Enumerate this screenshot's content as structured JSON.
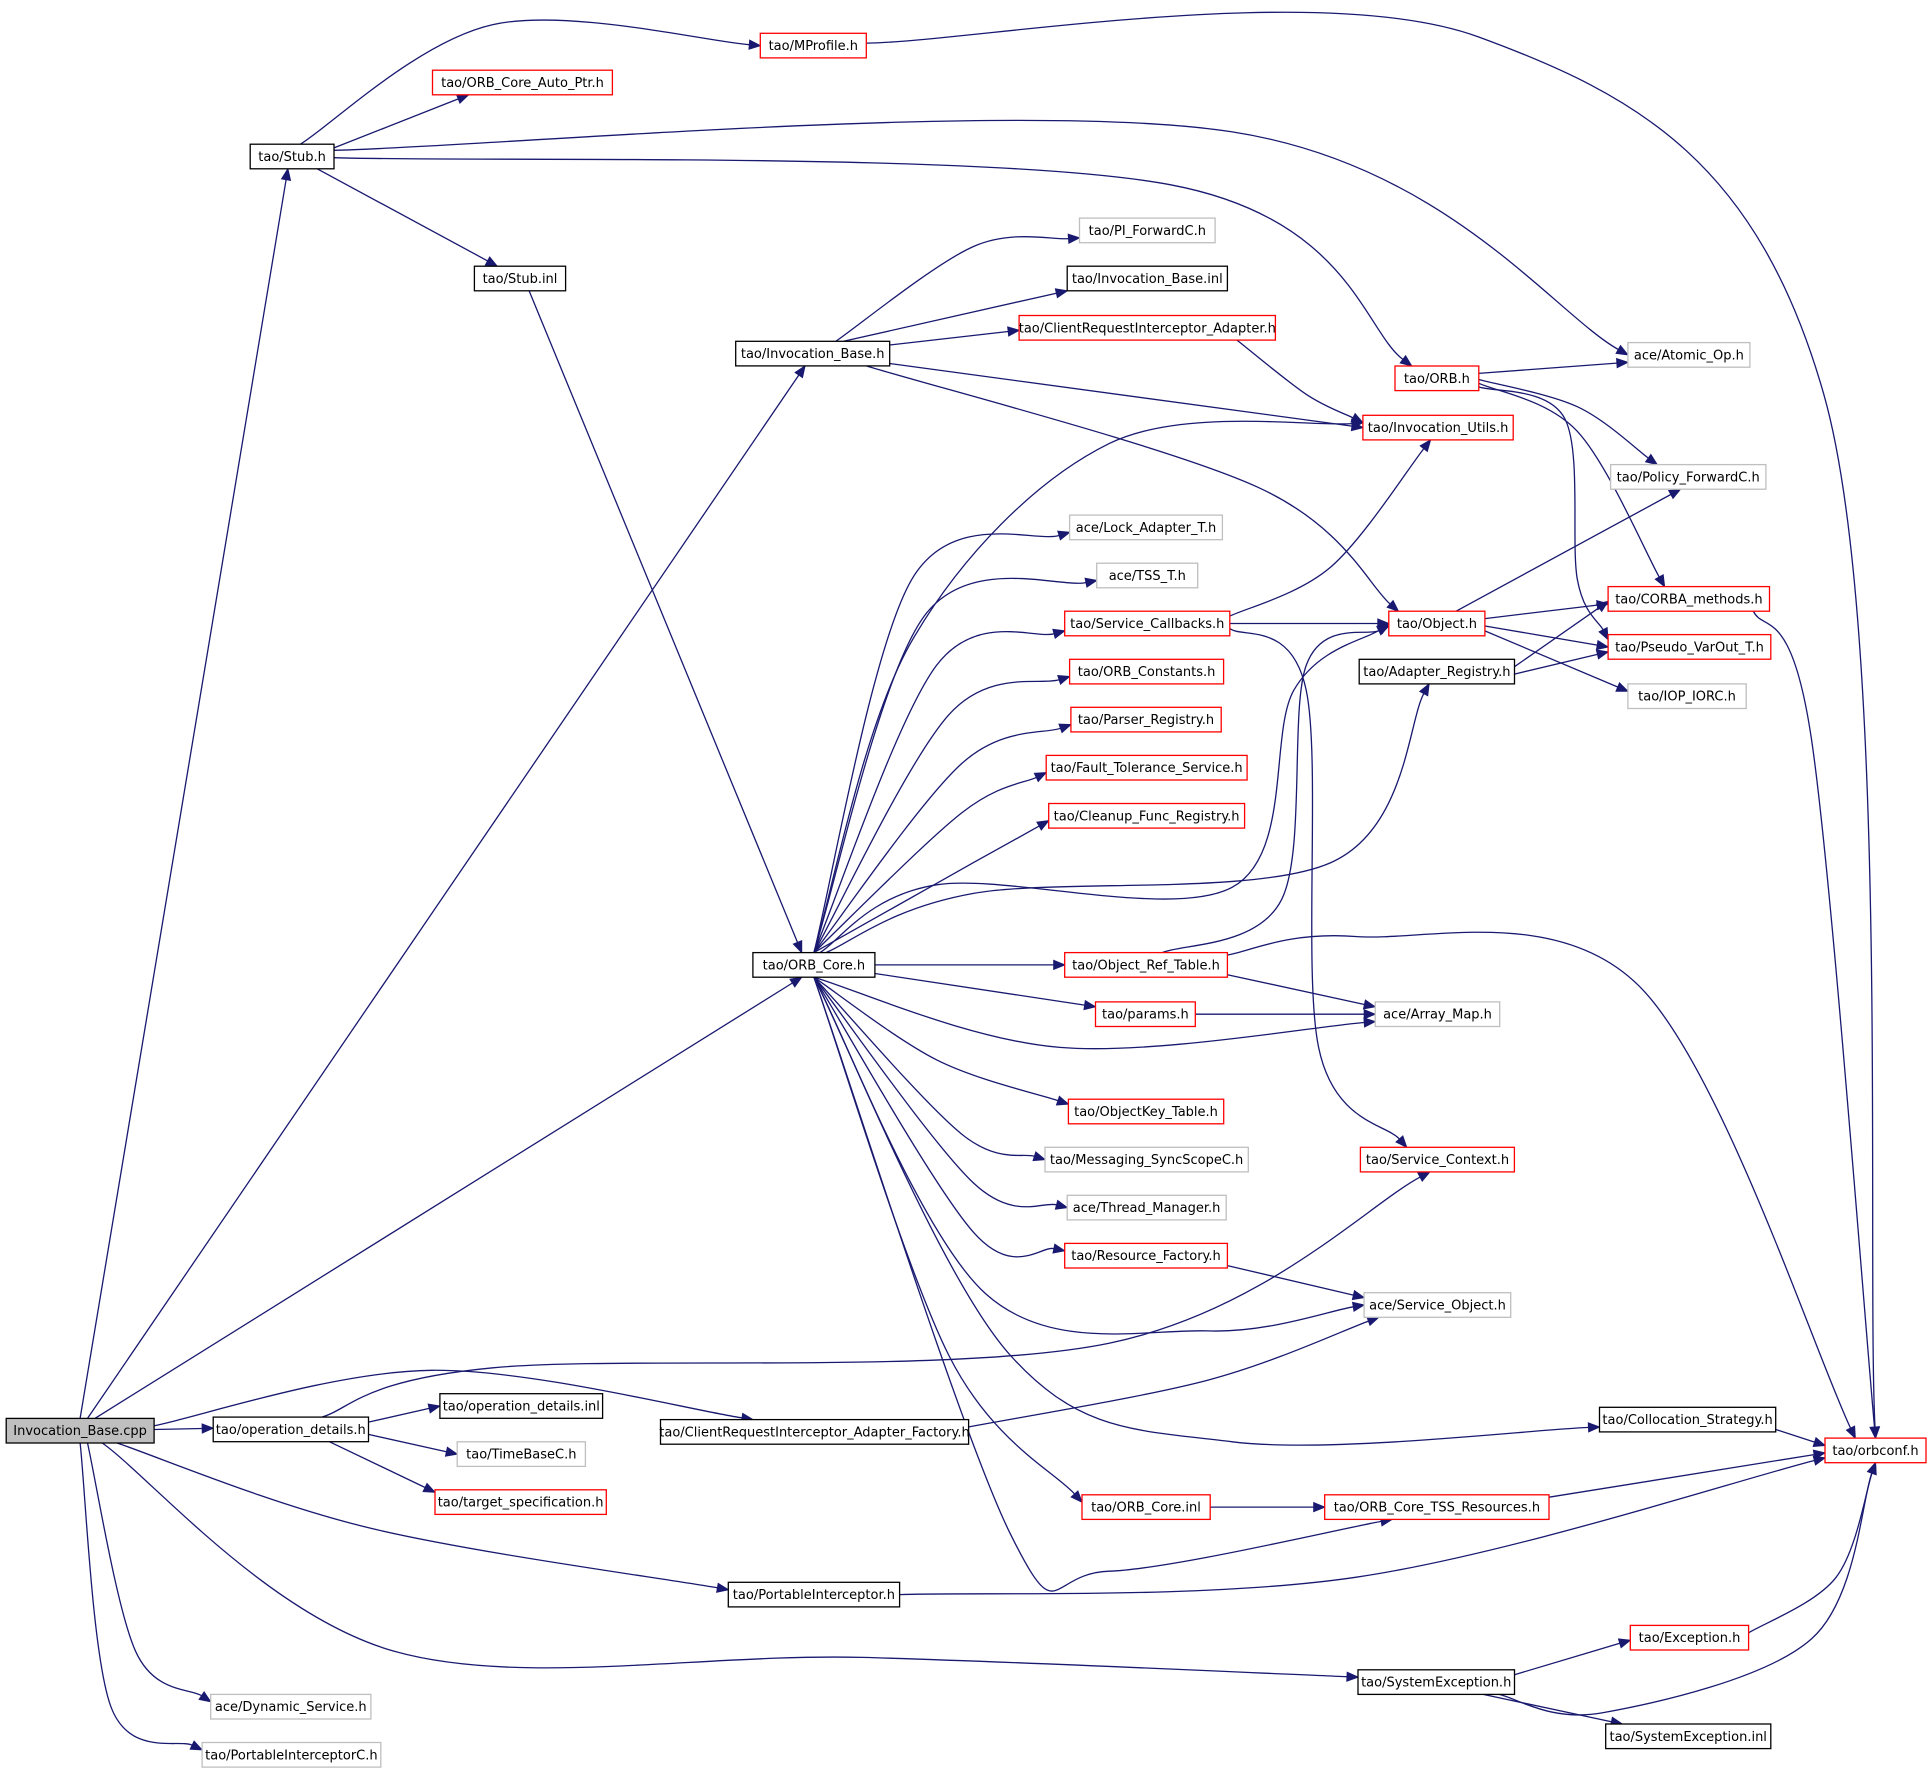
{
  "diagram": {
    "colors": {
      "edge": "#191970",
      "source_fill": "#bfbfbf",
      "normal_border": "#000000",
      "truncated_border": "#ff0000",
      "external_border": "#bfbfbf"
    },
    "nodes": [
      {
        "id": "n_invocation_cpp",
        "label": "Invocation_Base.cpp",
        "kind": "source"
      },
      {
        "id": "n_mprofile",
        "label": "tao/MProfile.h",
        "kind": "truncated"
      },
      {
        "id": "n_orbcore_autoptr",
        "label": "tao/ORB_Core_Auto_Ptr.h",
        "kind": "truncated"
      },
      {
        "id": "n_stub_h",
        "label": "tao/Stub.h",
        "kind": "normal"
      },
      {
        "id": "n_stub_inl",
        "label": "tao/Stub.inl",
        "kind": "normal"
      },
      {
        "id": "n_pi_forwardc",
        "label": "tao/PI_ForwardC.h",
        "kind": "external"
      },
      {
        "id": "n_invocation_base_inl",
        "label": "tao/Invocation_Base.inl",
        "kind": "normal"
      },
      {
        "id": "n_cri_adapter",
        "label": "tao/ClientRequestInterceptor_Adapter.h",
        "kind": "truncated"
      },
      {
        "id": "n_invocation_base_h",
        "label": "tao/Invocation_Base.h",
        "kind": "normal"
      },
      {
        "id": "n_orb_h",
        "label": "tao/ORB.h",
        "kind": "truncated"
      },
      {
        "id": "n_atomic_op",
        "label": "ace/Atomic_Op.h",
        "kind": "external"
      },
      {
        "id": "n_invocation_utils",
        "label": "tao/Invocation_Utils.h",
        "kind": "truncated"
      },
      {
        "id": "n_policy_forwardc",
        "label": "tao/Policy_ForwardC.h",
        "kind": "external"
      },
      {
        "id": "n_lock_adapter",
        "label": "ace/Lock_Adapter_T.h",
        "kind": "external"
      },
      {
        "id": "n_tss_t",
        "label": "ace/TSS_T.h",
        "kind": "external"
      },
      {
        "id": "n_service_callbacks",
        "label": "tao/Service_Callbacks.h",
        "kind": "truncated"
      },
      {
        "id": "n_object_h",
        "label": "tao/Object.h",
        "kind": "truncated"
      },
      {
        "id": "n_corba_methods",
        "label": "tao/CORBA_methods.h",
        "kind": "truncated"
      },
      {
        "id": "n_pseudo_varout",
        "label": "tao/Pseudo_VarOut_T.h",
        "kind": "truncated"
      },
      {
        "id": "n_adapter_registry",
        "label": "tao/Adapter_Registry.h",
        "kind": "normal"
      },
      {
        "id": "n_iop_iorc",
        "label": "tao/IOP_IORC.h",
        "kind": "external"
      },
      {
        "id": "n_orb_constants",
        "label": "tao/ORB_Constants.h",
        "kind": "truncated"
      },
      {
        "id": "n_parser_registry",
        "label": "tao/Parser_Registry.h",
        "kind": "truncated"
      },
      {
        "id": "n_fault_tolerance",
        "label": "tao/Fault_Tolerance_Service.h",
        "kind": "truncated"
      },
      {
        "id": "n_cleanup_func",
        "label": "tao/Cleanup_Func_Registry.h",
        "kind": "truncated"
      },
      {
        "id": "n_orb_core_h",
        "label": "tao/ORB_Core.h",
        "kind": "normal"
      },
      {
        "id": "n_object_ref_table",
        "label": "tao/Object_Ref_Table.h",
        "kind": "truncated"
      },
      {
        "id": "n_params",
        "label": "tao/params.h",
        "kind": "truncated"
      },
      {
        "id": "n_array_map",
        "label": "ace/Array_Map.h",
        "kind": "external"
      },
      {
        "id": "n_objectkey_table",
        "label": "tao/ObjectKey_Table.h",
        "kind": "truncated"
      },
      {
        "id": "n_messaging_sync",
        "label": "tao/Messaging_SyncScopeC.h",
        "kind": "external"
      },
      {
        "id": "n_service_context",
        "label": "tao/Service_Context.h",
        "kind": "truncated"
      },
      {
        "id": "n_thread_manager",
        "label": "ace/Thread_Manager.h",
        "kind": "external"
      },
      {
        "id": "n_resource_factory",
        "label": "tao/Resource_Factory.h",
        "kind": "truncated"
      },
      {
        "id": "n_service_object",
        "label": "ace/Service_Object.h",
        "kind": "external"
      },
      {
        "id": "n_operation_details_h",
        "label": "tao/operation_details.h",
        "kind": "normal"
      },
      {
        "id": "n_operation_details_inl",
        "label": "tao/operation_details.inl",
        "kind": "normal"
      },
      {
        "id": "n_cri_adapter_factory",
        "label": "tao/ClientRequestInterceptor_Adapter_Factory.h",
        "kind": "normal"
      },
      {
        "id": "n_collocation_strategy",
        "label": "tao/Collocation_Strategy.h",
        "kind": "normal"
      },
      {
        "id": "n_orbconf",
        "label": "tao/orbconf.h",
        "kind": "truncated"
      },
      {
        "id": "n_timebasec",
        "label": "tao/TimeBaseC.h",
        "kind": "external"
      },
      {
        "id": "n_target_spec",
        "label": "tao/target_specification.h",
        "kind": "truncated"
      },
      {
        "id": "n_orb_core_inl",
        "label": "tao/ORB_Core.inl",
        "kind": "truncated"
      },
      {
        "id": "n_orb_core_tss",
        "label": "tao/ORB_Core_TSS_Resources.h",
        "kind": "truncated"
      },
      {
        "id": "n_portable_interceptor",
        "label": "tao/PortableInterceptor.h",
        "kind": "normal"
      },
      {
        "id": "n_exception",
        "label": "tao/Exception.h",
        "kind": "truncated"
      },
      {
        "id": "n_system_exception",
        "label": "tao/SystemException.h",
        "kind": "normal"
      },
      {
        "id": "n_dynamic_service",
        "label": "ace/Dynamic_Service.h",
        "kind": "external"
      },
      {
        "id": "n_system_exception_inl",
        "label": "tao/SystemException.inl",
        "kind": "normal"
      },
      {
        "id": "n_portable_interceptorc",
        "label": "tao/PortableInterceptorC.h",
        "kind": "external"
      }
    ],
    "edges": [
      {
        "from": "n_invocation_cpp",
        "to": "n_stub_h"
      },
      {
        "from": "n_invocation_cpp",
        "to": "n_invocation_base_h"
      },
      {
        "from": "n_invocation_cpp",
        "to": "n_orb_core_h"
      },
      {
        "from": "n_invocation_cpp",
        "to": "n_operation_details_h"
      },
      {
        "from": "n_invocation_cpp",
        "to": "n_cri_adapter_factory"
      },
      {
        "from": "n_invocation_cpp",
        "to": "n_portable_interceptor"
      },
      {
        "from": "n_invocation_cpp",
        "to": "n_system_exception"
      },
      {
        "from": "n_invocation_cpp",
        "to": "n_dynamic_service"
      },
      {
        "from": "n_invocation_cpp",
        "to": "n_portable_interceptorc"
      },
      {
        "from": "n_stub_h",
        "to": "n_mprofile"
      },
      {
        "from": "n_stub_h",
        "to": "n_orbcore_autoptr"
      },
      {
        "from": "n_stub_h",
        "to": "n_stub_inl"
      },
      {
        "from": "n_stub_h",
        "to": "n_atomic_op"
      },
      {
        "from": "n_stub_h",
        "to": "n_orb_h"
      },
      {
        "from": "n_mprofile",
        "to": "n_orbconf"
      },
      {
        "from": "n_stub_inl",
        "to": "n_orb_core_h"
      },
      {
        "from": "n_invocation_base_h",
        "to": "n_pi_forwardc"
      },
      {
        "from": "n_invocation_base_h",
        "to": "n_invocation_base_inl"
      },
      {
        "from": "n_invocation_base_h",
        "to": "n_cri_adapter"
      },
      {
        "from": "n_invocation_base_h",
        "to": "n_invocation_utils"
      },
      {
        "from": "n_invocation_base_h",
        "to": "n_object_h"
      },
      {
        "from": "n_cri_adapter",
        "to": "n_invocation_utils"
      },
      {
        "from": "n_orb_h",
        "to": "n_atomic_op"
      },
      {
        "from": "n_orb_h",
        "to": "n_policy_forwardc"
      },
      {
        "from": "n_orb_h",
        "to": "n_corba_methods"
      },
      {
        "from": "n_orb_h",
        "to": "n_pseudo_varout"
      },
      {
        "from": "n_orb_core_h",
        "to": "n_invocation_utils"
      },
      {
        "from": "n_orb_core_h",
        "to": "n_lock_adapter"
      },
      {
        "from": "n_orb_core_h",
        "to": "n_tss_t"
      },
      {
        "from": "n_orb_core_h",
        "to": "n_service_callbacks"
      },
      {
        "from": "n_orb_core_h",
        "to": "n_orb_constants"
      },
      {
        "from": "n_orb_core_h",
        "to": "n_parser_registry"
      },
      {
        "from": "n_orb_core_h",
        "to": "n_fault_tolerance"
      },
      {
        "from": "n_orb_core_h",
        "to": "n_cleanup_func"
      },
      {
        "from": "n_orb_core_h",
        "to": "n_object_h"
      },
      {
        "from": "n_orb_core_h",
        "to": "n_adapter_registry"
      },
      {
        "from": "n_orb_core_h",
        "to": "n_object_ref_table"
      },
      {
        "from": "n_orb_core_h",
        "to": "n_params"
      },
      {
        "from": "n_orb_core_h",
        "to": "n_array_map"
      },
      {
        "from": "n_orb_core_h",
        "to": "n_objectkey_table"
      },
      {
        "from": "n_orb_core_h",
        "to": "n_messaging_sync"
      },
      {
        "from": "n_orb_core_h",
        "to": "n_thread_manager"
      },
      {
        "from": "n_orb_core_h",
        "to": "n_resource_factory"
      },
      {
        "from": "n_orb_core_h",
        "to": "n_service_object"
      },
      {
        "from": "n_orb_core_h",
        "to": "n_collocation_strategy"
      },
      {
        "from": "n_orb_core_h",
        "to": "n_orb_core_inl"
      },
      {
        "from": "n_orb_core_h",
        "to": "n_orb_core_tss"
      },
      {
        "from": "n_service_callbacks",
        "to": "n_invocation_utils"
      },
      {
        "from": "n_service_callbacks",
        "to": "n_object_h"
      },
      {
        "from": "n_service_callbacks",
        "to": "n_service_context"
      },
      {
        "from": "n_object_h",
        "to": "n_policy_forwardc"
      },
      {
        "from": "n_object_h",
        "to": "n_corba_methods"
      },
      {
        "from": "n_object_h",
        "to": "n_pseudo_varout"
      },
      {
        "from": "n_object_h",
        "to": "n_iop_iorc"
      },
      {
        "from": "n_adapter_registry",
        "to": "n_corba_methods"
      },
      {
        "from": "n_adapter_registry",
        "to": "n_pseudo_varout"
      },
      {
        "from": "n_object_ref_table",
        "to": "n_object_h"
      },
      {
        "from": "n_object_ref_table",
        "to": "n_array_map"
      },
      {
        "from": "n_object_ref_table",
        "to": "n_orbconf"
      },
      {
        "from": "n_params",
        "to": "n_array_map"
      },
      {
        "from": "n_resource_factory",
        "to": "n_service_object"
      },
      {
        "from": "n_corba_methods",
        "to": "n_orbconf"
      },
      {
        "from": "n_operation_details_h",
        "to": "n_operation_details_inl"
      },
      {
        "from": "n_operation_details_h",
        "to": "n_timebasec"
      },
      {
        "from": "n_operation_details_h",
        "to": "n_target_spec"
      },
      {
        "from": "n_operation_details_h",
        "to": "n_service_context"
      },
      {
        "from": "n_cri_adapter_factory",
        "to": "n_service_object"
      },
      {
        "from": "n_collocation_strategy",
        "to": "n_orbconf"
      },
      {
        "from": "n_orb_core_inl",
        "to": "n_orb_core_tss"
      },
      {
        "from": "n_orb_core_tss",
        "to": "n_orbconf"
      },
      {
        "from": "n_portable_interceptor",
        "to": "n_orbconf"
      },
      {
        "from": "n_system_exception",
        "to": "n_exception"
      },
      {
        "from": "n_system_exception",
        "to": "n_system_exception_inl"
      },
      {
        "from": "n_system_exception",
        "to": "n_orbconf"
      },
      {
        "from": "n_exception",
        "to": "n_orbconf"
      }
    ]
  }
}
